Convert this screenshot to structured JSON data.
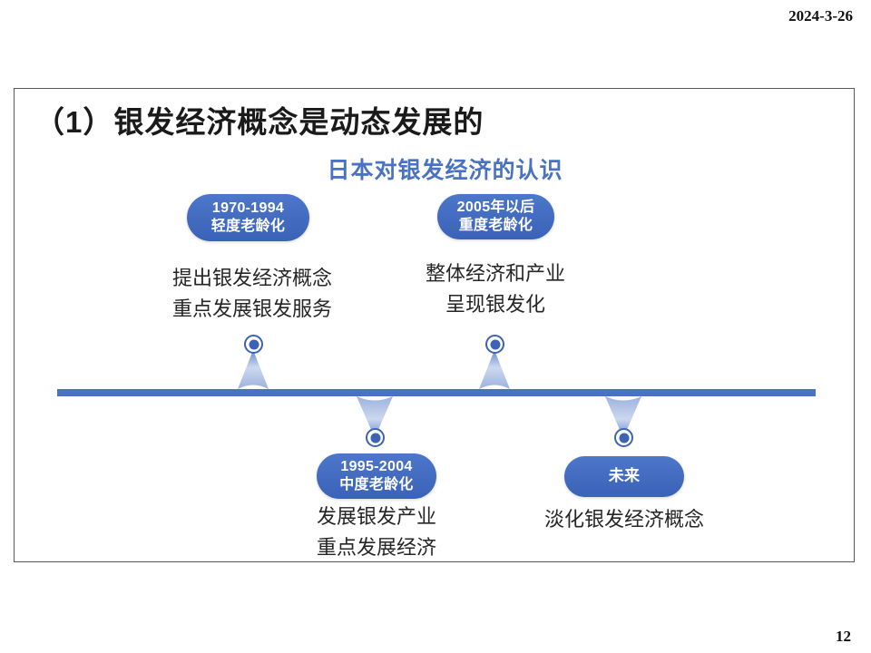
{
  "slide": {
    "date": "2024-3-26",
    "page_number": "12",
    "title": "（1）银发经济概念是动态发展的",
    "subtitle": "日本对银发经济的认识"
  },
  "colors": {
    "accent_blue": "#4a72c4",
    "badge_blue": "#3c63b4",
    "subtitle_blue": "#4a72c4",
    "frame_border": "#595959",
    "text_dark": "#262626"
  },
  "timeline": {
    "bar_label": "timeline-bar",
    "stages": [
      {
        "id": "stage-1",
        "position": "above",
        "badge_line_1": "1970-1994",
        "badge_line_2": "轻度老龄化",
        "desc_line_1": "提出银发经济概念",
        "desc_line_2": "重点发展银发服务"
      },
      {
        "id": "stage-2",
        "position": "above",
        "badge_line_1": "2005年以后",
        "badge_line_2": "重度老龄化",
        "desc_line_1": "整体经济和产业",
        "desc_line_2": "呈现银发化"
      },
      {
        "id": "stage-3",
        "position": "below",
        "badge_line_1": "1995-2004",
        "badge_line_2": "中度老龄化",
        "desc_line_1": "发展银发产业",
        "desc_line_2": "重点发展经济"
      },
      {
        "id": "stage-4",
        "position": "below",
        "badge_line_1": "未来",
        "badge_line_2": "",
        "desc_line_1": "淡化银发经济概念",
        "desc_line_2": ""
      }
    ]
  }
}
